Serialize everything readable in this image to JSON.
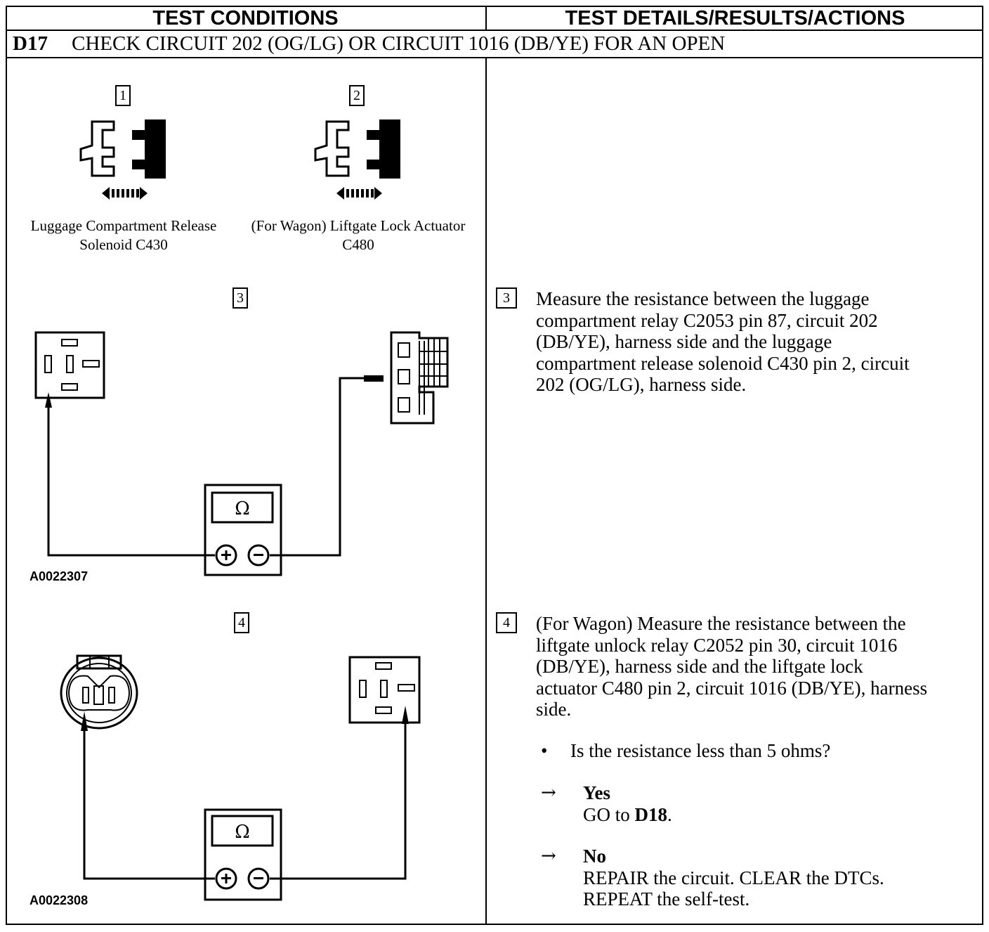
{
  "headers": {
    "left": "TEST CONDITIONS",
    "right": "TEST DETAILS/RESULTS/ACTIONS"
  },
  "step": {
    "code": "D17",
    "title": "CHECK CIRCUIT 202 (OG/LG) OR CIRCUIT 1016 (DB/YE) FOR AN OPEN"
  },
  "figures": {
    "f1": {
      "num": "1",
      "caption_line1": "Luggage Compartment Release",
      "caption_line2": "Solenoid C430"
    },
    "f2": {
      "num": "2",
      "caption_line1": "(For Wagon) Liftgate Lock Actuator",
      "caption_line2": "C480"
    },
    "f3": {
      "num": "3",
      "id": "A0022307",
      "meter_symbol": "Ω"
    },
    "f4": {
      "num": "4",
      "id": "A0022308",
      "meter_symbol": "Ω"
    }
  },
  "details": {
    "s3": {
      "num": "3",
      "lines": [
        "Measure the resistance between the luggage",
        "compartment relay C2053 pin 87, circuit 202",
        "(DB/YE), harness side and the luggage",
        "compartment release solenoid C430 pin 2, circuit",
        "202 (OG/LG), harness side."
      ]
    },
    "s4": {
      "num": "4",
      "lines": [
        "(For Wagon) Measure the resistance between the",
        "liftgate unlock relay C2052 pin 30, circuit 1016",
        "(DB/YE), harness side and the liftgate lock",
        "actuator C480 pin 2, circuit 1016 (DB/YE), harness",
        "side."
      ],
      "question": "Is the resistance less than 5 ohms?",
      "yes_label": "Yes",
      "yes_action_prefix": "GO to ",
      "yes_action_target": "D18",
      "yes_action_suffix": ".",
      "no_label": "No",
      "no_action_line1": "REPAIR the circuit. CLEAR the DTCs.",
      "no_action_line2": "REPEAT the self-test."
    }
  },
  "symbols": {
    "bullet": "•",
    "arrow": "→"
  }
}
